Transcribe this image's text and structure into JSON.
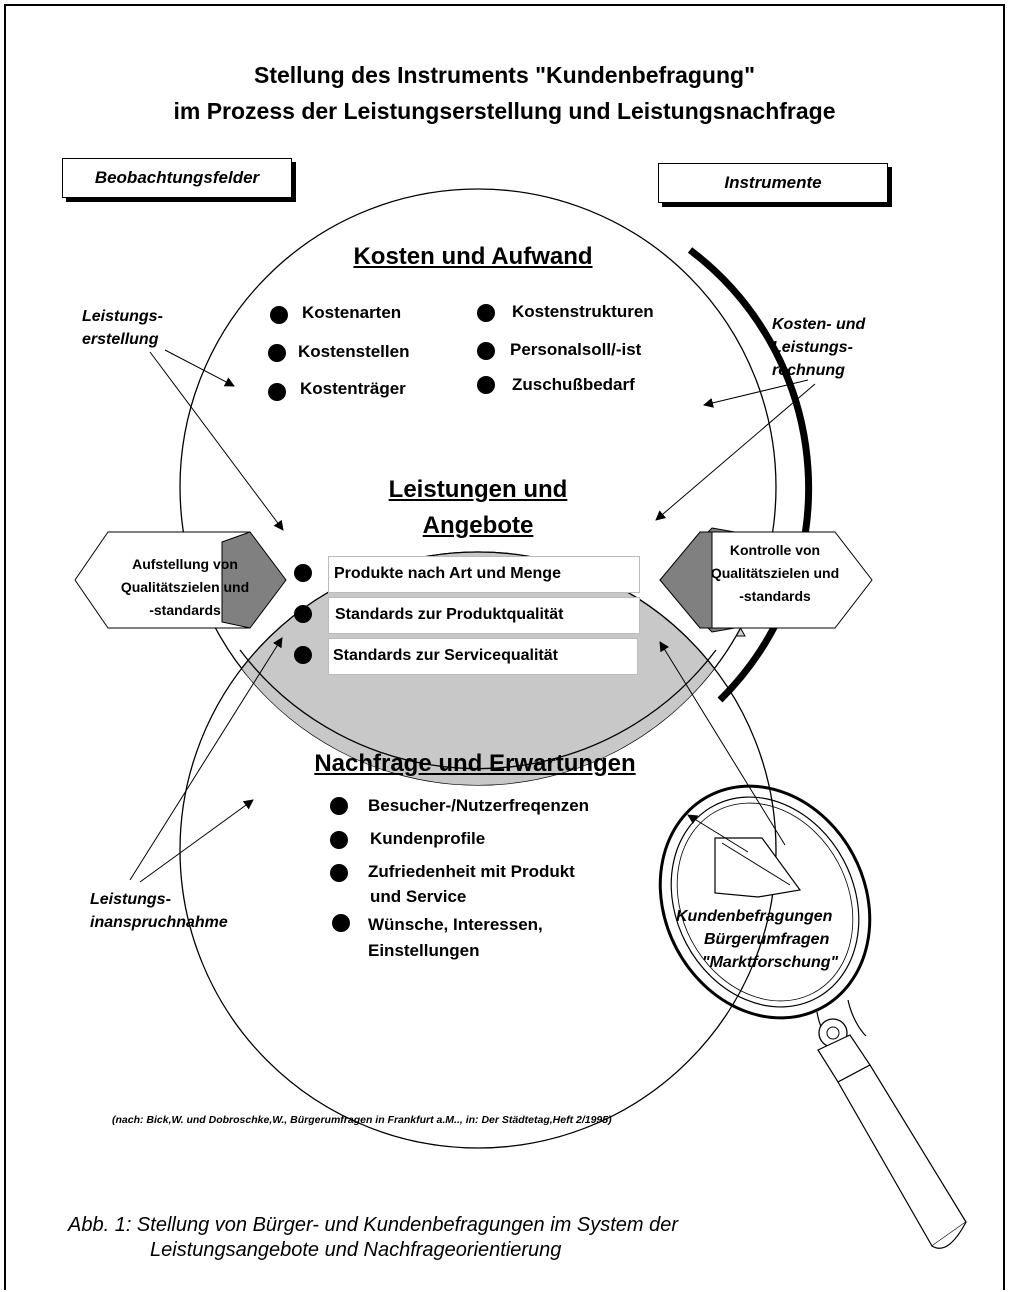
{
  "title": {
    "line1": "Stellung des Instruments \"Kundenbefragung\"",
    "line2": "im Prozess der Leistungserstellung und Leistungsnachfrage"
  },
  "boxes": {
    "left": "Beobachtungsfelder",
    "right": "Instrumente"
  },
  "top_section": {
    "heading": "Kosten und Aufwand",
    "left_items": [
      "Kostenarten",
      "Kostenstellen",
      "Kostenträger"
    ],
    "right_items": [
      "Kostenstrukturen",
      "Personalsoll/-ist",
      "Zuschußbedarf"
    ]
  },
  "center_section": {
    "heading_line1": "Leistungen und",
    "heading_line2": "Angebote",
    "items": [
      "Produkte nach Art und Menge",
      "Standards zur Produktqualität",
      "Standards zur Servicequalität"
    ]
  },
  "bottom_section": {
    "heading": "Nachfrage und Erwartungen",
    "items": [
      {
        "line1": "Besucher-/Nutzerfreqenzen",
        "line2": ""
      },
      {
        "line1": "Kundenprofile",
        "line2": ""
      },
      {
        "line1": "Zufriedenheit mit Produkt",
        "line2": "und Service"
      },
      {
        "line1": "Wünsche, Interessen,",
        "line2": "Einstellungen"
      }
    ]
  },
  "side_labels": {
    "leistungserstellung": {
      "line1": "Leistungs-",
      "line2": "erstellung"
    },
    "kosten_leistungsrechnung": {
      "line1": "Kosten- und",
      "line2": "Leistungs-",
      "line3": "rechnung"
    },
    "leistungsinanspruchnahme": {
      "line1": "Leistungs-",
      "line2": "inanspruchnahme"
    }
  },
  "hexagons": {
    "left": {
      "line1": "Aufstellung von",
      "line2": "Qualitätszielen und",
      "line3": "-standards"
    },
    "right": {
      "line1": "Kontrolle von",
      "line2": "Qualitätszielen und",
      "line3": "-standards"
    }
  },
  "magnifier": {
    "line1": "Kundenbefragungen",
    "line2": "Bürgerumfragen",
    "line3": "\"Marktforschung\""
  },
  "citation": "(nach: Bick,W. und Dobroschke,W., Bürgerumfragen in Frankfurt a.M.., in: Der Städtetag,Heft 2/1995)",
  "caption": {
    "line1": "Abb. 1: Stellung von Bürger- und Kundenbefragungen im System der",
    "line2": "Leistungsangebote und Nachfrageorientierung"
  },
  "colors": {
    "lens_fill": "#c8c8c8",
    "hex_dark": "#808080",
    "hex_light": "#d0d0d0",
    "line": "#000000"
  }
}
